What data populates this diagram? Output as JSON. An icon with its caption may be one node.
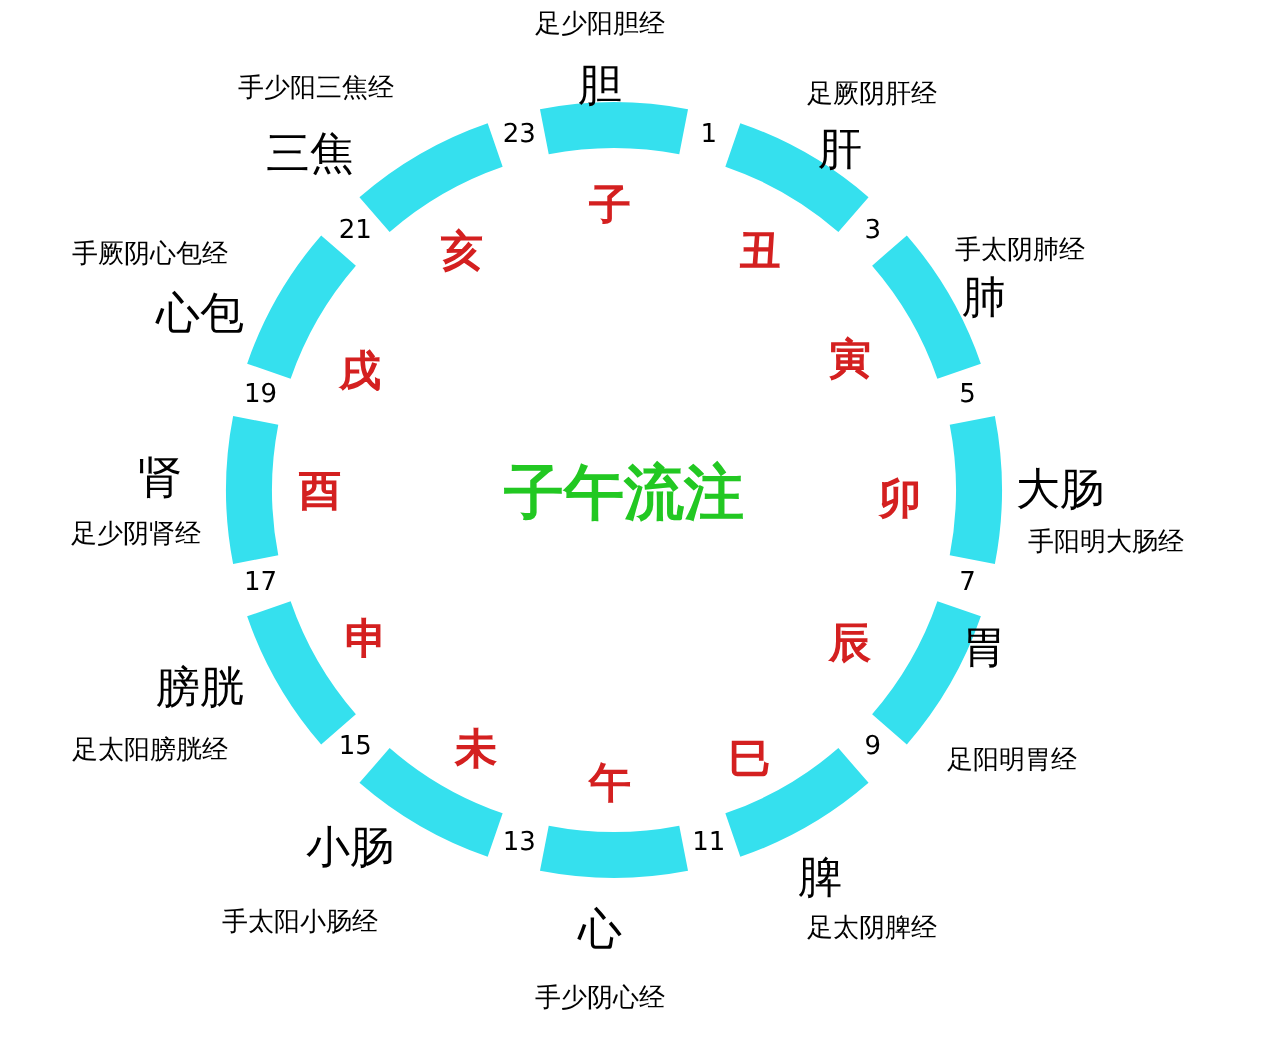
{
  "diagram": {
    "title": "子午流注",
    "nodes": [
      {
        "text": [],
        "shape": "arc",
        "beside": [
          "胆",
          "足少阳胆经",
          "子"
        ]
      },
      {
        "text": [],
        "shape": "arc",
        "beside": [
          "肝",
          "足厥阴肝经",
          "丑"
        ]
      },
      {
        "text": [],
        "shape": "arc",
        "beside": [
          "肺",
          "手太阴肺经",
          "寅"
        ]
      },
      {
        "text": [],
        "shape": "arc",
        "beside": [
          "大肠",
          "手阳明大肠经",
          "卯"
        ]
      },
      {
        "text": [],
        "shape": "arc",
        "beside": [
          "胃",
          "足阳明胃经",
          "辰"
        ]
      },
      {
        "text": [],
        "shape": "arc",
        "beside": [
          "脾",
          "足太阴脾经",
          "巳"
        ]
      },
      {
        "text": [],
        "shape": "arc",
        "beside": [
          "心",
          "手少阴心经",
          "午"
        ]
      },
      {
        "text": [],
        "shape": "arc",
        "beside": [
          "小肠",
          "手太阳小肠经",
          "未"
        ]
      },
      {
        "text": [],
        "shape": "arc",
        "beside": [
          "膀胱",
          "足太阳膀胱经",
          "申"
        ]
      },
      {
        "text": [],
        "shape": "arc",
        "beside": [
          "肾",
          "足少阴肾经",
          "酉"
        ]
      },
      {
        "text": [],
        "shape": "arc",
        "beside": [
          "心包",
          "手厥阴心包经",
          "戌"
        ]
      },
      {
        "text": [],
        "shape": "arc",
        "beside": [
          "三焦",
          "手少阳三焦经",
          "亥"
        ]
      }
    ],
    "edges": [],
    "labels": [
      "23",
      "1",
      "3",
      "5",
      "7",
      "9",
      "11",
      "13",
      "15",
      "17",
      "19",
      "21"
    ]
  }
}
